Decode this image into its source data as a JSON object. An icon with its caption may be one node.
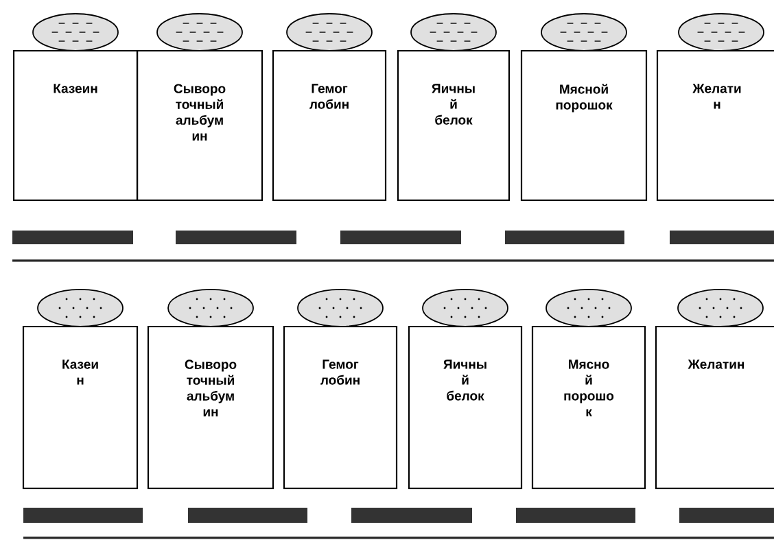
{
  "diagram": {
    "nodes": [
      {
        "text": [
          "Казеин"
        ]
      },
      {
        "text": [
          "Сыворо точный альбум ин"
        ]
      },
      {
        "text": [
          "Гемог лобин"
        ]
      },
      {
        "text": [
          "Яичны й белок"
        ]
      },
      {
        "text": [
          "Мясной порошок"
        ]
      },
      {
        "text": [
          "Желати н"
        ]
      },
      {
        "text": [
          "Казеи н"
        ]
      },
      {
        "text": [
          "Сыворо точный альбум ин"
        ]
      },
      {
        "text": [
          "Гемог лобин"
        ]
      },
      {
        "text": [
          "Яичны й белок"
        ]
      },
      {
        "text": [
          "Мясно й порошо к"
        ]
      },
      {
        "text": [
          "Желатин"
        ]
      }
    ]
  }
}
